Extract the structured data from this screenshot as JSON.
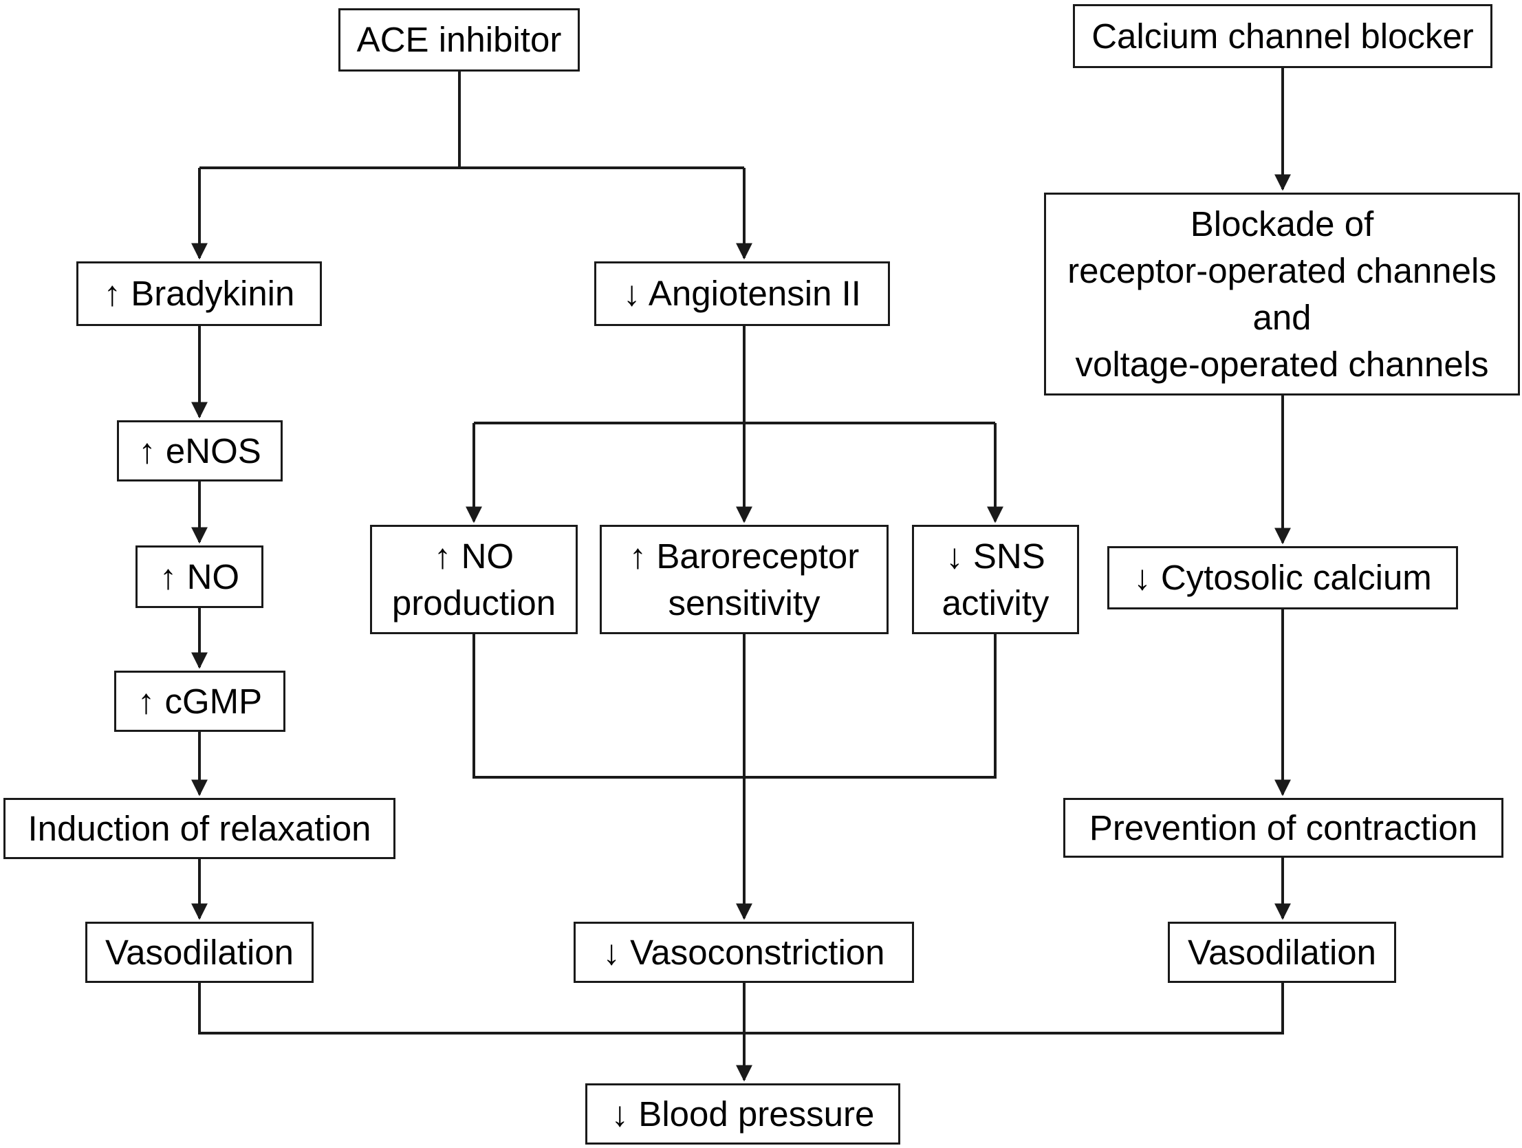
{
  "colors": {
    "line": "#1a1a1a",
    "box_border": "#1a1a1a",
    "text": "#000000",
    "background": "#ffffff"
  },
  "boxes": {
    "ace_inhibitor": "ACE inhibitor",
    "calcium_channel_blocker": "Calcium channel blocker",
    "bradykinin": "↑ Bradykinin",
    "angiotensin": "↓ Angiotensin II",
    "blockade": [
      "Blockade of",
      "receptor-operated channels",
      "and",
      "voltage-operated channels"
    ],
    "enos": "↑ eNOS",
    "no": "↑ NO",
    "cgmp": "↑ cGMP",
    "relaxation": "Induction of relaxation",
    "vasodilation_left": "Vasodilation",
    "no_production": [
      "↑ NO",
      "production"
    ],
    "baroreceptor": [
      "↑ Baroreceptor",
      "sensitivity"
    ],
    "sns_activity": [
      "↓ SNS",
      "activity"
    ],
    "cytosolic_calcium": "↓ Cytosolic calcium",
    "prevention": "Prevention of contraction",
    "vasoconstriction": "↓ Vasoconstriction",
    "vasodilation_right": "Vasodilation",
    "blood_pressure": "↓ Blood pressure"
  }
}
